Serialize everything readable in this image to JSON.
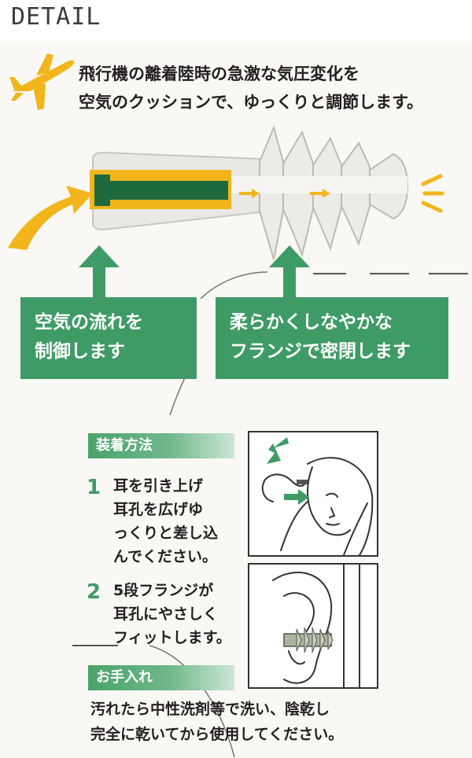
{
  "header": {
    "title": "DETAIL"
  },
  "intro": {
    "line1": "飛行機の離着陸時の急激な気圧変化を",
    "line2": "空気のクッションで、ゆっくりと調節します。"
  },
  "callouts": [
    {
      "line1": "空気の流れを",
      "line2": "制御します"
    },
    {
      "line1": "柔らかくしなやかな",
      "line2": "フランジで密閉します"
    }
  ],
  "howto": {
    "label": "装着方法",
    "steps": [
      {
        "number": "1",
        "lines": [
          "耳を引き上げ",
          "耳孔を広げゆ",
          "っくりと差し込",
          "んでください。"
        ]
      },
      {
        "number": "2",
        "lines": [
          "5段フランジが",
          "耳孔にやさしく",
          "フィットします。"
        ]
      }
    ]
  },
  "care": {
    "label": "お手入れ",
    "lines": [
      "汚れたら中性洗剤等で洗い、陰乾し",
      "完全に乾いてから使用してください。"
    ]
  },
  "colors": {
    "green": "#3f9b66",
    "yellow": "#f2b51b",
    "dark_green": "#1e6a3f"
  },
  "icons": [
    "airplane-icon",
    "airflow-arrow-icon",
    "up-arrow-icon",
    "earplug-illustration",
    "ear-illustration",
    "face-illustration"
  ]
}
